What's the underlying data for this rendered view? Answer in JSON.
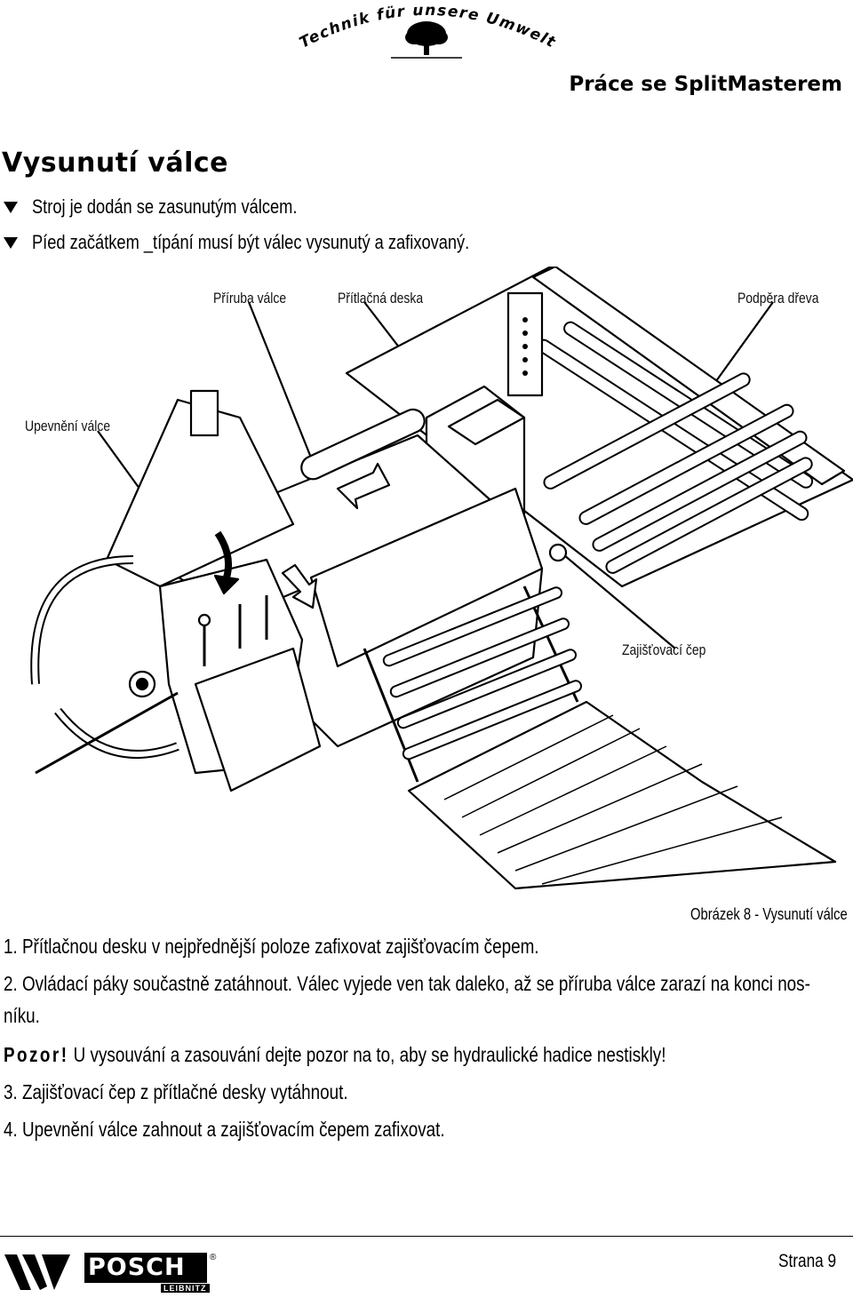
{
  "header": {
    "slogan": "Technik für unsere Umwelt",
    "title": "Práce se SplitMasterem"
  },
  "section": {
    "title": "Vysunutí válce",
    "bullets": [
      "Stroj je dodán se zasunutým válcem.",
      "Píed začátkem _típání musí být válec vysunutý a zafixovaný."
    ]
  },
  "figure": {
    "labels": {
      "flange": "Příruba válce",
      "pressure_plate": "Přítlačná deska",
      "wood_support": "Podpěra dřeva",
      "cylinder_mount": "Upevnění válce",
      "locking_pin": "Zajišťovací čep"
    },
    "caption": "Obrázek 8 - Vysunutí válce"
  },
  "steps": [
    "1. Přítlačnou desku v nejpřednější poloze zafixovat zajišťovacím čepem.",
    "2. Ovládací páky součastně zatáhnout. Válec vyjede ven tak daleko, až se příruba válce zarazí na konci nos-",
    "níku.",
    "3. Zajišťovací čep z přítlačné desky vytáhnout.",
    "4. Upevnění válce zahnout a zajišťovacím čepem zafixovat."
  ],
  "warning": {
    "label": "Pozor!",
    "text": "U vysouvání a zasouvání dejte pozor na to, aby se hydraulické hadice nestiskly!"
  },
  "footer": {
    "brand": "POSCH",
    "brand_sub": "LEIBNITZ",
    "page": "Strana 9"
  }
}
